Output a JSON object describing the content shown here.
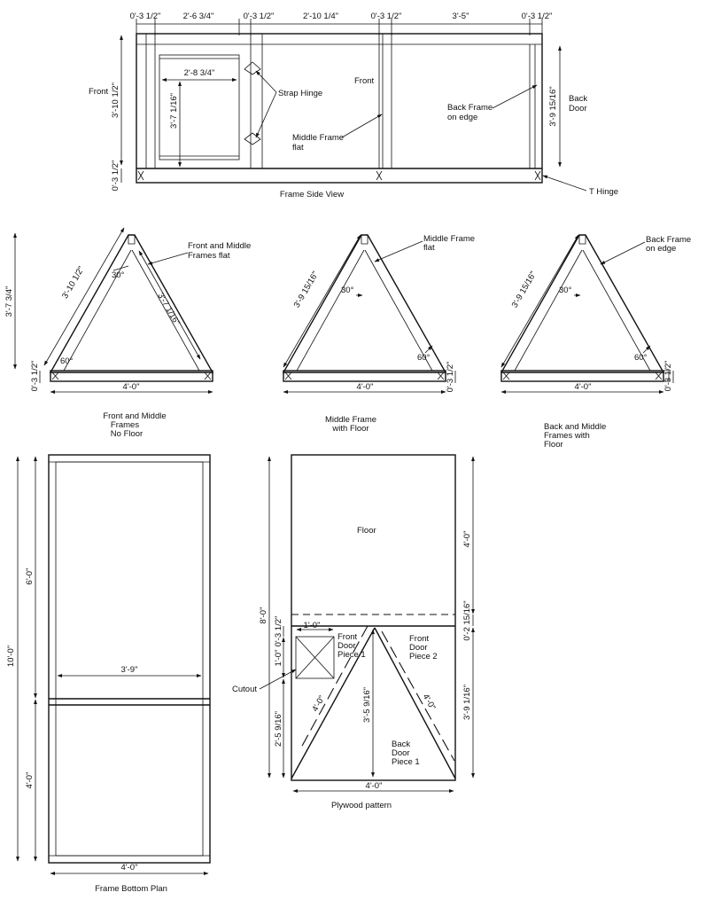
{
  "side_view": {
    "title": "Frame Side View",
    "labels": {
      "front_left": "Front",
      "front_mid": "Front",
      "strap_hinge": "Strap Hinge",
      "middle_frame_1": "Middle Frame",
      "middle_frame_2": "flat",
      "back_frame_1": "Back Frame",
      "back_frame_2": "on edge",
      "back_door_1": "Back",
      "back_door_2": "Door",
      "t_hinge": "T Hinge"
    },
    "dims": {
      "top_1": "0'-3 1/2\"",
      "top_2": "2'-6 3/4\"",
      "top_3": "0'-3 1/2\"",
      "top_4": "2'-10 1/4\"",
      "top_5": "0'-3 1/2\"",
      "top_6": "3'-5\"",
      "top_7": "0'-3 1/2\"",
      "inner_width": "2'-8 3/4\"",
      "inner_height": "3'-7 1/16\"",
      "left_height": "3'-10 1/2\"",
      "left_base": "0'-3 1/2\"",
      "right_height": "3'-9 15/16\""
    }
  },
  "frames": [
    {
      "caption": [
        "Front and Middle",
        "Frames",
        "No Floor"
      ],
      "note": [
        "Front and Middle",
        "Frames flat"
      ],
      "dim_left": "3'-10 1/2\"",
      "dim_right": "3'-7 1/16\"",
      "dim_height": "3'-7 3/4\"",
      "dim_base_h": "0'-3 1/2\"",
      "angle_top": "30°",
      "angle_bottom": "60°",
      "base": "4'-0\""
    },
    {
      "caption": [
        "Middle Frame",
        "with Floor"
      ],
      "note": [
        "Middle Frame",
        "flat"
      ],
      "dim_left": "3'-9 15/16\"",
      "dim_base_h": "0'-3 1/2\"",
      "angle_top": "30°",
      "angle_bottom": "60°",
      "base": "4'-0\""
    },
    {
      "caption": [
        "Back and Middle",
        "Frames with",
        "Floor"
      ],
      "note": [
        "Back Frame",
        "on edge"
      ],
      "dim_left": "3'-9 15/16\"",
      "dim_base_h": "0'-3 1/2\"",
      "angle_top": "30°",
      "angle_bottom": "60°",
      "base": "4'-0\""
    }
  ],
  "bottom_plan": {
    "title": "Frame Bottom Plan",
    "dims": {
      "total": "10'-0\"",
      "upper": "6'-0\"",
      "lower": "4'-0\"",
      "mid_width": "3'-9\"",
      "width": "4'-0\""
    }
  },
  "plywood": {
    "title": "Plywood pattern",
    "labels": {
      "floor": "Floor",
      "front1_1": "Front",
      "front1_2": "Door",
      "front1_3": "Piece 1",
      "front2_1": "Front",
      "front2_2": "Door",
      "front2_3": "Piece 2",
      "back_1": "Back",
      "back_2": "Door",
      "back_3": "Piece 1",
      "cutout": "Cutout"
    },
    "dims": {
      "left_total": "8'-0\"",
      "right_floor": "4'-0\"",
      "right_gap": "0'-2 15/16\"",
      "right_lower": "3'-9 1/16\"",
      "cut_offset": "0'-3 1/2\"",
      "cut_height": "1'-0\"",
      "cut_width": "1'-0\"",
      "left_lower": "2'-5 9/16\"",
      "center_height": "3'-5 9/16\"",
      "diag_left": "4'-0\"",
      "diag_right": "4'-0\"",
      "base": "4'-0\""
    }
  }
}
